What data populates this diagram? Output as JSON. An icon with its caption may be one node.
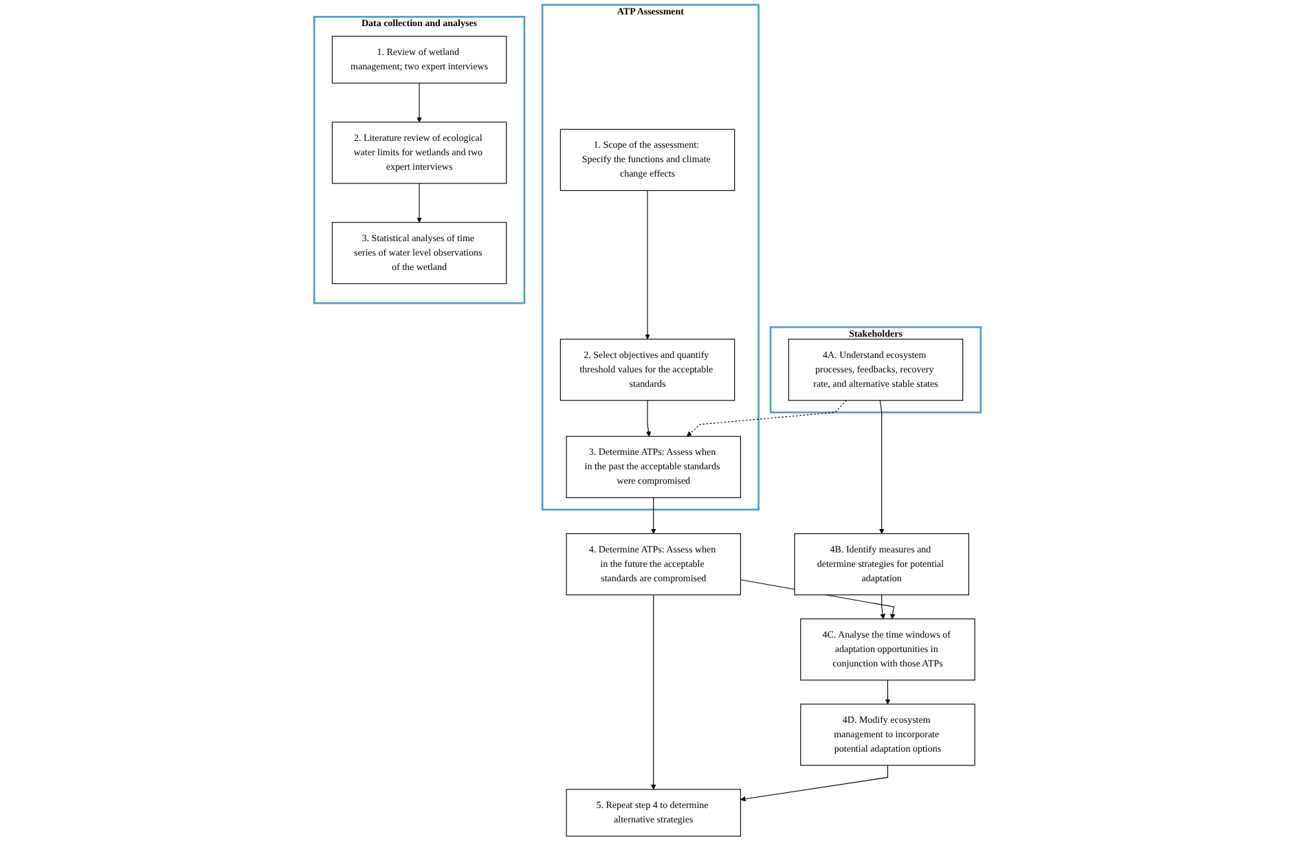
{
  "diagram": {
    "nodes": [
      {
        "text": [
          "ATP Assessment"
        ]
      },
      {
        "text": [
          "1. Scope of the assessment: Specify the functions and climate change effects"
        ],
        "in": 0
      },
      {
        "text": [
          "2. Select objectives and quantify threshold values for the acceptable standards"
        ],
        "in": 0
      },
      {
        "text": [
          "3. Determine ATPs: Assess when in the past the acceptable standards were compromised"
        ],
        "in": 0
      },
      {
        "text": [
          "Stakeholders"
        ]
      },
      {
        "text": [
          "4A. Understand ecosystem processes, feedbacks, recovery rate, and alternative stable states"
        ],
        "in": 4
      },
      {
        "text": [
          "Data collection and analyses"
        ]
      },
      {
        "text": [
          "1. Review of wetland management; two expert interviews"
        ],
        "in": 6
      },
      {
        "text": [
          "2. Literature review of ecological water limits for wetlands and two expert interviews"
        ],
        "in": 6
      },
      {
        "text": [
          "3. Statistical analyses of time series of water level observations of the wetland"
        ],
        "in": 6
      },
      {
        "text": [
          "4. Determine ATPs: Assess when in the future the acceptable standards are compromised"
        ]
      },
      {
        "text": [
          "4B. Identify measures and determine strategies for potential adaptation"
        ]
      },
      {
        "text": [
          "4C. Analyse the time windows of adaptation opportunities in conjunction with those ATPs"
        ]
      },
      {
        "text": [
          "4D. Modify ecosystem management to incorporate potential adaptation options"
        ]
      },
      {
        "text": [
          "5. Repeat step 4 to determine alternative strategies"
        ]
      }
    ],
    "edges": [
      {
        "from": 1,
        "to": 2,
        "arrow": "to"
      },
      {
        "from": 2,
        "to": 3,
        "arrow": "to"
      },
      {
        "from": 5,
        "to": 3,
        "arrow": "to",
        "style": "dashed"
      },
      {
        "from": 3,
        "to": 10,
        "arrow": "to"
      },
      {
        "from": 7,
        "to": 8,
        "arrow": "to"
      },
      {
        "from": 8,
        "to": 9,
        "arrow": "to"
      },
      {
        "from": 5,
        "to": 11,
        "arrow": "to"
      },
      {
        "from": 11,
        "to": 12,
        "arrow": "to"
      },
      {
        "from": 10,
        "to": 12,
        "arrow": "to"
      },
      {
        "from": 12,
        "to": 13,
        "arrow": "to"
      },
      {
        "from": 10,
        "to": 14,
        "arrow": "to"
      },
      {
        "from": 13,
        "to": 14,
        "arrow": "to"
      }
    ]
  }
}
